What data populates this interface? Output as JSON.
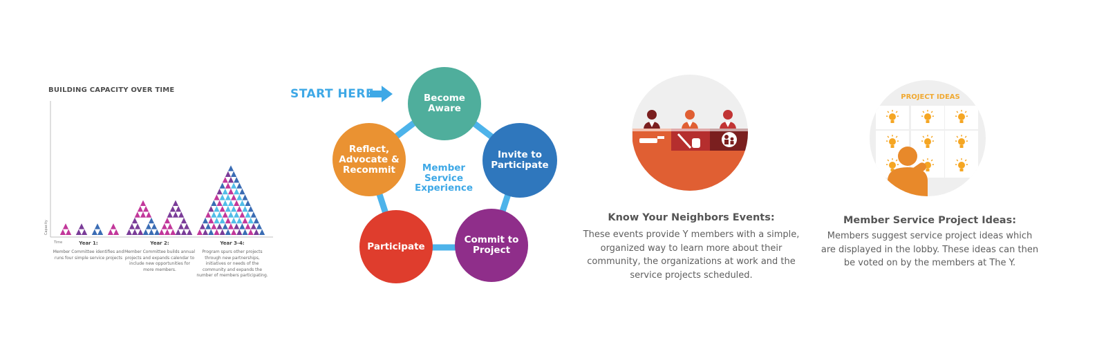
{
  "capacity_chart": {
    "title": "BUILDING CAPACITY OVER TIME",
    "y_axis_label": "Capacity",
    "x_axis_label": "Time",
    "stages": [
      {
        "label": "Year 1:",
        "description": "Member Committee identifies and runs four simple service projects",
        "triangle_rows": 2,
        "triangle_count": 4
      },
      {
        "label": "Year 2:",
        "description": "Member Committee builds annual projects and expands calendar to include new opportunities for more members.",
        "triangle_rows": 3,
        "triangle_count": 6
      },
      {
        "label": "Year 3-4:",
        "description": "Program spurs other projects through new partnerships, initiatives or needs of the community and expands the number of members participating.",
        "triangle_rows": 12,
        "triangle_count": 1
      }
    ],
    "colors": {
      "pink": "#c2379a",
      "purple": "#7a3c98",
      "blue": "#3a6cb4",
      "light_blue": "#52bde8"
    }
  },
  "cycle": {
    "start_label": "START HERE",
    "center_label": "Member\nService\nExperience",
    "ring_color": "#4db3ea",
    "stages": [
      {
        "label": "Become\nAware",
        "color": "#4fae9c"
      },
      {
        "label": "Invite to\nParticipate",
        "color": "#2f77bd"
      },
      {
        "label": "Commit to\nProject",
        "color": "#8f2e8a"
      },
      {
        "label": "Participate",
        "color": "#df3d2d"
      },
      {
        "label": "Reflect,\nAdvocate &\nRecommit",
        "color": "#ea9232"
      }
    ]
  },
  "neighbors": {
    "title": "Know Your Neighbors Events:",
    "lines": [
      "These events provide Y members with a simple,",
      "organized way to learn more about their",
      "community, the organizations at work and the",
      "service projects scheduled."
    ],
    "colors": {
      "orange": "#e05f33",
      "red": "#b52e2e",
      "dark_red": "#7a1f1f"
    },
    "icons": [
      "person-icon",
      "table-icon",
      "chair-icon",
      "family-icon"
    ]
  },
  "ideas": {
    "board_header": "PROJECT IDEAS",
    "title": "Member Service Project Ideas:",
    "lines": [
      "Members suggest service project ideas which",
      "are displayed in the lobby. These ideas can then",
      "be voted on by the members at The Y."
    ],
    "colors": {
      "bulb": "#f5a623",
      "person": "#e8892a"
    },
    "icons": [
      "lightbulb-icon",
      "person-icon"
    ]
  }
}
